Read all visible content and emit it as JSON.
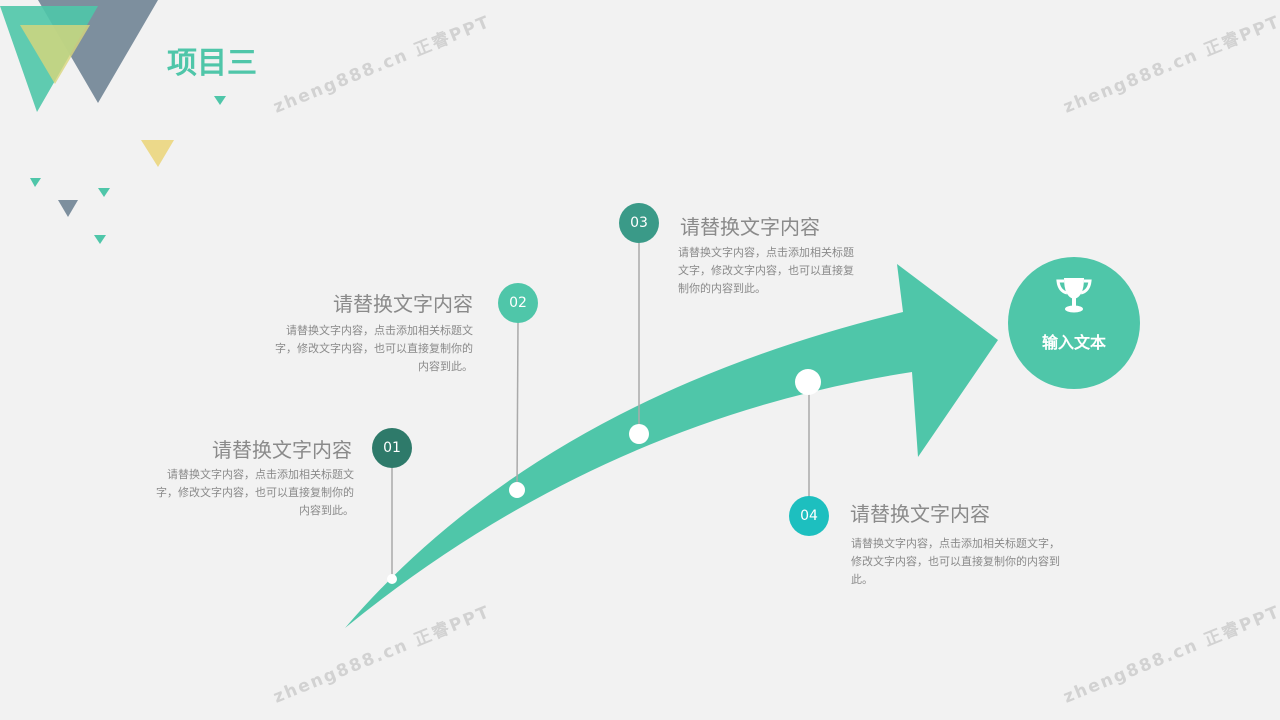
{
  "title": "项目三",
  "goal": {
    "label": "输入文本",
    "icon": "trophy-icon"
  },
  "steps": [
    {
      "num": "01",
      "heading": "请替换文字内容",
      "body": "请替换文字内容，点击添加相关标题文字，修改文字内容，也可以直接复制你的内容到此。",
      "color": "#2e7a6a"
    },
    {
      "num": "02",
      "heading": "请替换文字内容",
      "body": "请替换文字内容，点击添加相关标题文字，修改文字内容，也可以直接复制你的内容到此。",
      "color": "#4fc6a9"
    },
    {
      "num": "03",
      "heading": "请替换文字内容",
      "body": "请替换文字内容，点击添加相关标题文字，修改文字内容，也可以直接复制你的内容到此。",
      "color": "#3a9a88"
    },
    {
      "num": "04",
      "heading": "请替换文字内容",
      "body": "请替换文字内容，点击添加相关标题文字，修改文字内容，也可以直接复制你的内容到此。",
      "color": "#1dbfbf"
    }
  ],
  "watermark": "zheng888.cn 正睿PPT"
}
